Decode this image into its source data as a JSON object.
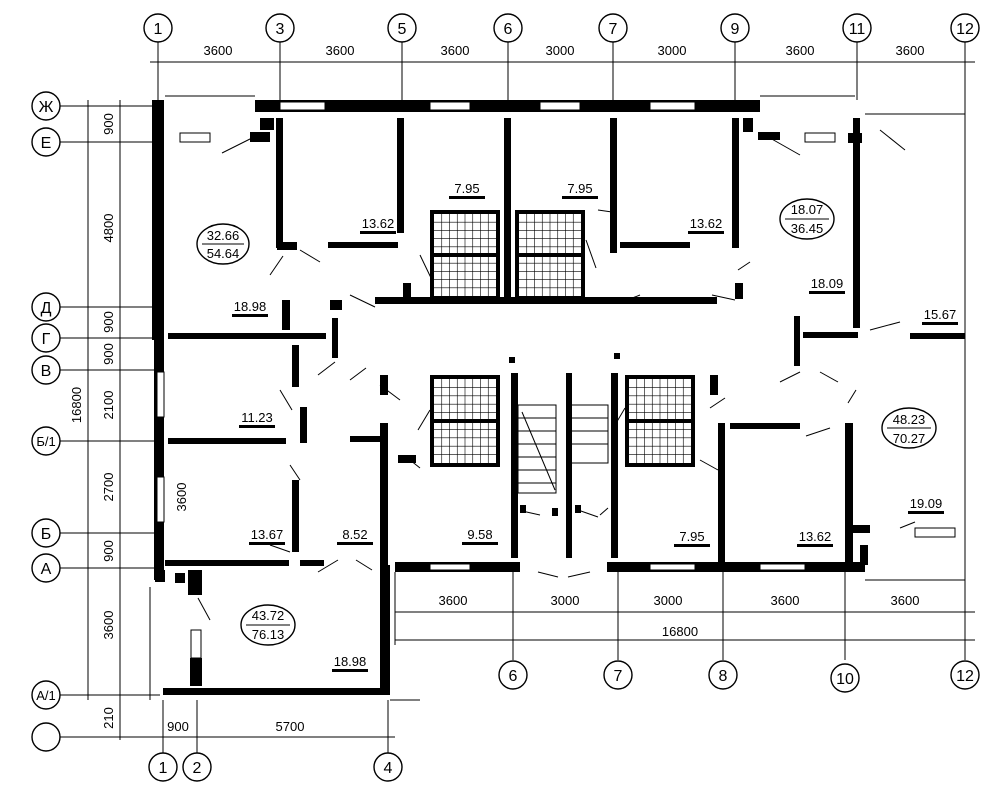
{
  "axes_top": [
    "1",
    "3",
    "5",
    "6",
    "7",
    "9",
    "11",
    "12"
  ],
  "axes_bottom": [
    "6",
    "7",
    "8",
    "10",
    "12"
  ],
  "axes_bottom_left": [
    "1",
    "2",
    "4"
  ],
  "axes_left": [
    "Ж",
    "Е",
    "Д",
    "Г",
    "В",
    "Б/1",
    "Б",
    "А",
    "А/1",
    ""
  ],
  "dims_top": [
    "3600",
    "3600",
    "3600",
    "3000",
    "3000",
    "3600",
    "3600"
  ],
  "dims_bottom": [
    "3600",
    "3000",
    "3000",
    "3600",
    "3600"
  ],
  "dim_bottom_total": "16800",
  "dims_bottom_left": [
    "900",
    "5700"
  ],
  "dims_left": [
    "900",
    "4800",
    "900",
    "900",
    "2100",
    "2700",
    "900",
    "3600",
    "210"
  ],
  "dim_left_total": "16800",
  "dim_inner_left": "3600",
  "areas": [
    "13.62",
    "7.95",
    "7.95",
    "13.62",
    "18.98",
    "18.09",
    "15.67",
    "11.23",
    "13.67",
    "8.52",
    "9.58",
    "7.95",
    "13.62",
    "19.09",
    "18.98"
  ],
  "apartments": [
    {
      "top": "32.66",
      "bottom": "54.64"
    },
    {
      "top": "18.07",
      "bottom": "36.45"
    },
    {
      "top": "48.23",
      "bottom": "70.27"
    },
    {
      "top": "43.72",
      "bottom": "76.13"
    }
  ]
}
